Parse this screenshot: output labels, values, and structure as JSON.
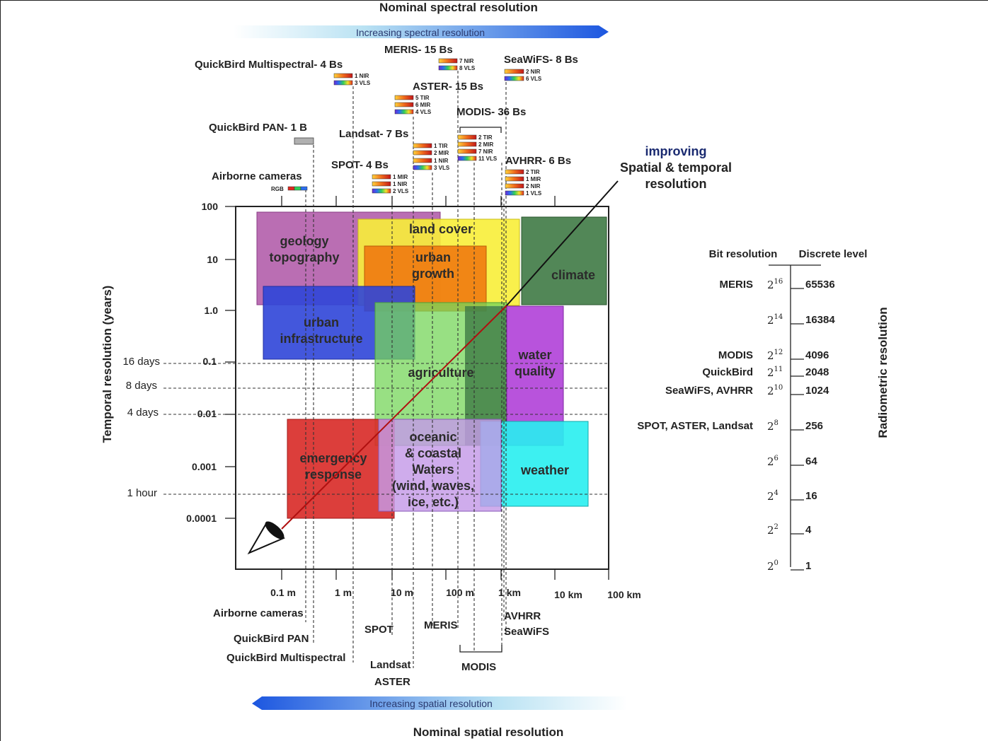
{
  "titles": {
    "top": "Nominal spectral resolution",
    "top_arrow": "Increasing spectral resolution",
    "bottom_arrow": "Increasing spatial resolution",
    "bottom": "Nominal spatial resolution",
    "y_axis": "Temporal resolution (years)",
    "right_axis": "Radiometric resolution",
    "diag_line1": "improving",
    "diag_line2": "Spatial & temporal",
    "diag_line3": "resolution"
  },
  "y_ticks": [
    "100",
    "10",
    "1.0",
    "0.1",
    "0.01",
    "0.001",
    "0.0001"
  ],
  "y_side_labels": [
    "16 days",
    "8 days",
    "4 days",
    "1 hour"
  ],
  "x_ticks": [
    "0.1 m",
    "1 m",
    "10 m",
    "100 m",
    "1 km",
    "10 km",
    "100 km"
  ],
  "sensors_top": {
    "quickbird_ms": "QuickBird Multispectral- 4 Bs",
    "meris": "MERIS- 15 Bs",
    "seawifs": "SeaWiFS- 8 Bs",
    "aster": "ASTER- 15 Bs",
    "modis": "MODIS- 36 Bs",
    "quickbird_pan": "QuickBird PAN- 1 B",
    "landsat": "Landsat- 7 Bs",
    "spot": "SPOT- 4 Bs",
    "avhrr": "AVHRR- 6 Bs",
    "airborne": "Airborne cameras",
    "rgb": "RGB"
  },
  "band_labels": {
    "qb_ms": [
      "1 NIR",
      "3 VLS"
    ],
    "meris": [
      "7 NIR",
      "8 VLS"
    ],
    "seawifs": [
      "2 NIR",
      "6 VLS"
    ],
    "aster": [
      "5 TIR",
      "6 MIR",
      "4 VLS"
    ],
    "modis": [
      "2 TIR",
      "2 MIR",
      "7 NIR",
      "11 VLS"
    ],
    "landsat": [
      "1 TIR",
      "2 MIR",
      "1 NIR",
      "3 VLS"
    ],
    "spot": [
      "1 MIR",
      "1 NIR",
      "2 VLS"
    ],
    "avhrr": [
      "2 TIR",
      "1 MIR",
      "2 NIR",
      "1 VLS"
    ]
  },
  "sensors_bottom": {
    "airborne": "Airborne cameras",
    "qb_pan": "QuickBird PAN",
    "qb_ms": "QuickBird Multispectral",
    "spot": "SPOT",
    "landsat": "Landsat",
    "aster": "ASTER",
    "meris": "MERIS",
    "modis": "MODIS",
    "avhrr": "AVHRR",
    "seawifs": "SeaWiFS"
  },
  "regions": {
    "geology": [
      "geology",
      "topography"
    ],
    "land_cover": [
      "land cover"
    ],
    "urban_growth": [
      "urban",
      "growth"
    ],
    "climate": [
      "climate"
    ],
    "urban_infra": [
      "urban",
      "infrastructure"
    ],
    "agriculture": [
      "agriculture"
    ],
    "water_quality": [
      "water",
      "quality"
    ],
    "emergency": [
      "emergency",
      "response"
    ],
    "oceanic": [
      "oceanic",
      "& coastal",
      "Waters",
      "(wind, waves,",
      "ice, etc.)"
    ],
    "weather": [
      "weather"
    ]
  },
  "radiometric": {
    "header_bits": "Bit resolution",
    "header_levels": "Discrete level",
    "levels": [
      {
        "sensor": "MERIS",
        "exp": "16",
        "value": "65536"
      },
      {
        "sensor": "",
        "exp": "14",
        "value": "16384"
      },
      {
        "sensor": "MODIS",
        "exp": "12",
        "value": "4096"
      },
      {
        "sensor": "QuickBird",
        "exp": "11",
        "value": "2048"
      },
      {
        "sensor": "SeaWiFS,  AVHRR",
        "exp": "10",
        "value": "1024"
      },
      {
        "sensor": "SPOT,  ASTER,  Landsat",
        "exp": "8",
        "value": "256"
      },
      {
        "sensor": "",
        "exp": "6",
        "value": "64"
      },
      {
        "sensor": "",
        "exp": "4",
        "value": "16"
      },
      {
        "sensor": "",
        "exp": "2",
        "value": "4"
      },
      {
        "sensor": "",
        "exp": "0",
        "value": "1"
      }
    ],
    "base": "2"
  },
  "colors": {
    "geology": "#b05aa8",
    "land_cover": "#f8ee38",
    "urban_growth": "#f07a10",
    "climate": "#3f7a45",
    "urban_infra": "#2f45d8",
    "agriculture": "#76d55a",
    "water_quality": "#b040d8",
    "emergency": "#d92e2a",
    "oceanic": "#c49ae8",
    "weather": "#28eef0"
  }
}
